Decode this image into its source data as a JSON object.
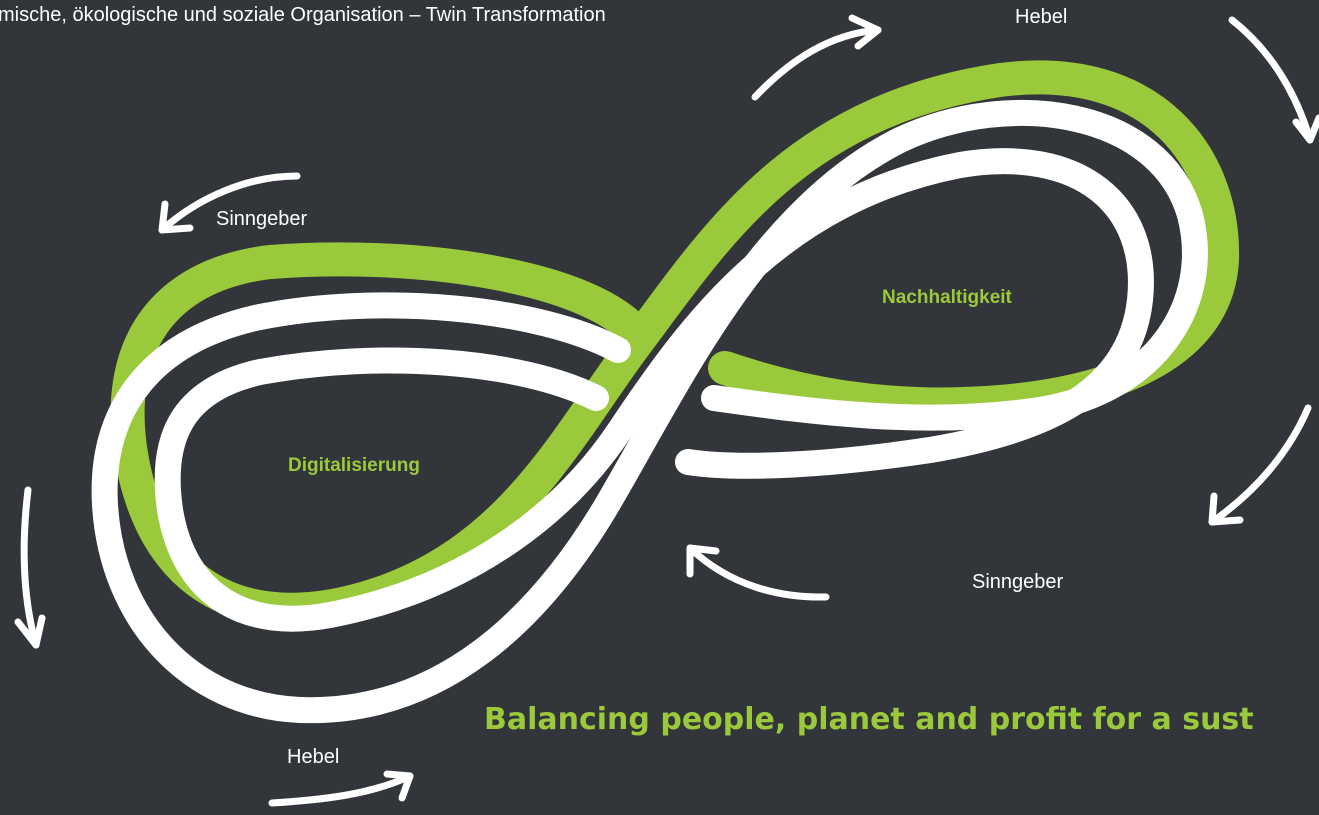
{
  "header": {
    "text": "mische, ökologische und soziale Organisation – Twin Transformation"
  },
  "labels": {
    "hebel_top": "Hebel",
    "hebel_bottom": "Hebel",
    "sinngeber_left": "Sinngeber",
    "sinngeber_right": "Sinngeber",
    "digitalisierung": "Digitalisierung",
    "nachhaltigkeit": "Nachhaltigkeit"
  },
  "tagline": "Balancing people, planet and profit for a sust",
  "colors": {
    "background": "#323539",
    "accent_green": "#9ac93b",
    "loop_white": "#ffffff"
  },
  "icons": [
    "infinity-loop",
    "curved-arrow-icon"
  ]
}
